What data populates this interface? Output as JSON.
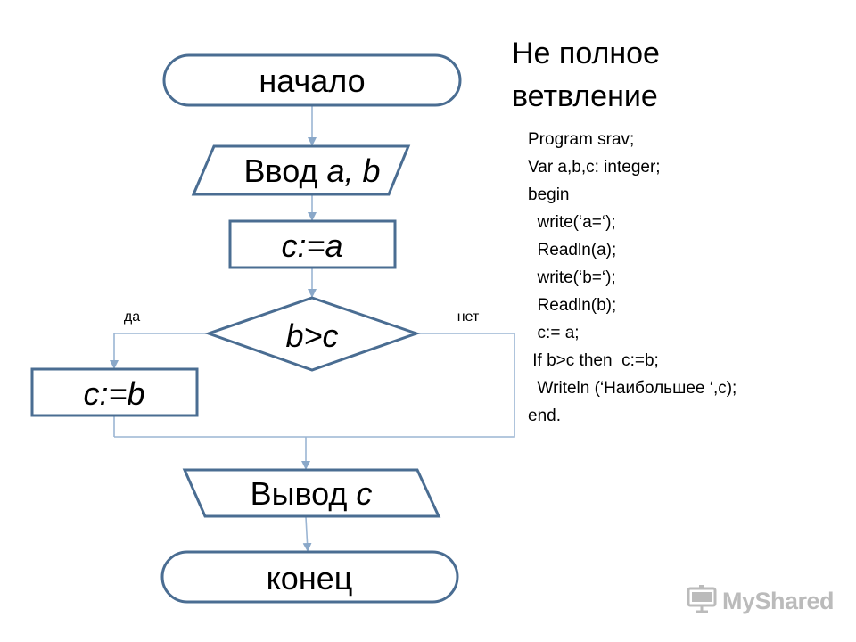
{
  "diagram": {
    "start": "начало",
    "input_label": "Ввод ",
    "input_vars": "a, b",
    "assign_a": "c:=a",
    "condition": "b>c",
    "yes": "да",
    "no": "нет",
    "assign_b": "c:=b",
    "output_label": "Вывод ",
    "output_var": "c",
    "end": "конец"
  },
  "title": [
    "Не полное",
    "ветвление"
  ],
  "code": [
    "Program srav;",
    "Var a,b,c: integer;",
    "begin",
    "  write(‘a=‘);",
    "  Readln(a);",
    "  write(‘b=‘);",
    "  Readln(b);",
    "  c:= a;",
    " If b>c then  c:=b;",
    "  Writeln (‘Наибольшее ‘,c);",
    "end."
  ],
  "watermark": {
    "brand": "MyShared",
    "icon": "projector-screen-icon"
  },
  "colors": {
    "shape_stroke": "#4a6d92",
    "connector": "#9bb5d3",
    "watermark": "#6b6b6b"
  }
}
